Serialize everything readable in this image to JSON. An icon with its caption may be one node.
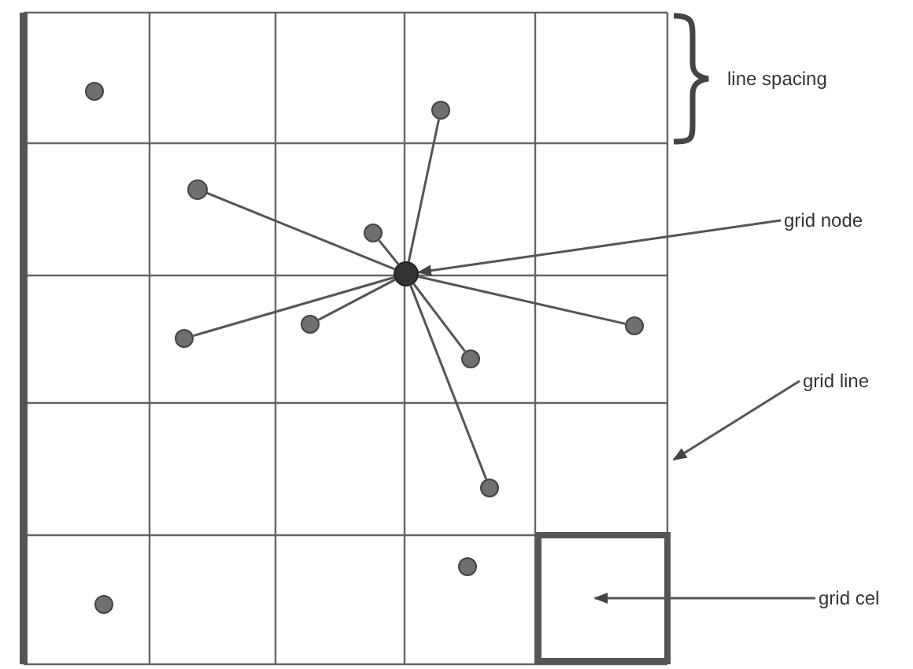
{
  "diagram": {
    "nodes": [
      {
        "text": [],
        "shape": "circle"
      },
      {
        "text": [],
        "shape": "circle"
      },
      {
        "text": [],
        "shape": "circle"
      },
      {
        "text": [
          "grid node"
        ]
      },
      {
        "text": [],
        "shape": "circle"
      },
      {
        "text": [],
        "shape": "circle"
      },
      {
        "text": [],
        "shape": "circle"
      },
      {
        "text": [],
        "shape": "circle"
      },
      {
        "text": [],
        "shape": "circle"
      },
      {
        "text": [],
        "shape": "circle"
      },
      {
        "text": [
          "grid line"
        ]
      },
      {
        "text": [],
        "shape": "circle"
      },
      {
        "text": [],
        "shape": "box"
      },
      {
        "text": [],
        "shape": "circle"
      },
      {
        "text": [
          "grid cel"
        ]
      },
      {
        "text": [],
        "shape": "circle"
      }
    ],
    "edges": [
      {
        "from": 1,
        "to": 5,
        "arrow": "none"
      },
      {
        "from": 2,
        "to": 5,
        "arrow": "none"
      },
      {
        "from": 4,
        "to": 5,
        "arrow": "none"
      },
      {
        "from": 6,
        "to": 5,
        "arrow": "none"
      },
      {
        "from": 7,
        "to": 5,
        "arrow": "none"
      },
      {
        "from": 8,
        "to": 5,
        "arrow": "none"
      },
      {
        "from": 9,
        "to": 5,
        "arrow": "none"
      },
      {
        "from": 11,
        "to": 5,
        "arrow": "none"
      },
      {
        "from": 3,
        "to": 5,
        "arrow": "to"
      },
      {
        "from": 10,
        "to": null,
        "arrow": "to"
      },
      {
        "from": 14,
        "to": 12,
        "arrow": "to"
      }
    ],
    "labels": [
      "line spacing"
    ]
  }
}
